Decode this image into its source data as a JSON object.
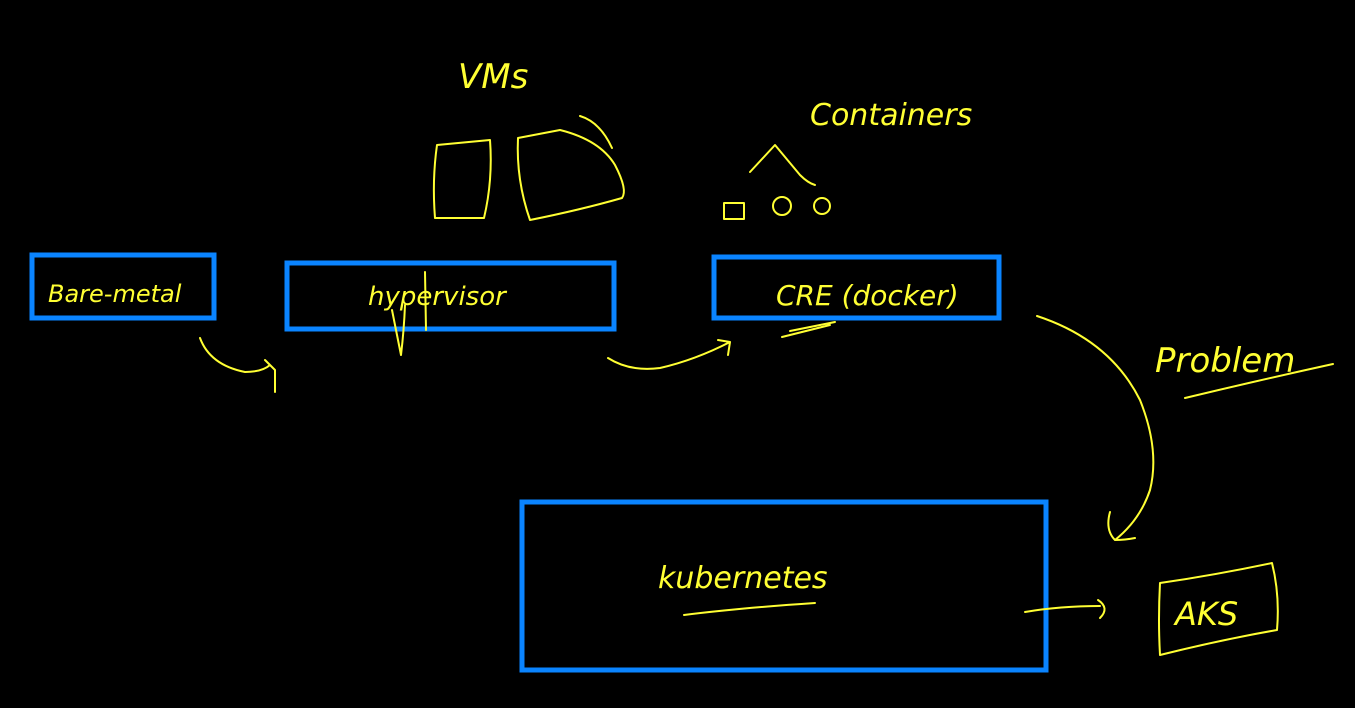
{
  "diagram": {
    "background_color": "#000000",
    "ink_color": "#ffff33",
    "box_color": "#0a84ff",
    "nodes": {
      "bare_metal": {
        "label": "Bare-metal"
      },
      "hypervisor": {
        "label": "hypervisor"
      },
      "cre": {
        "label": "CRE (docker)"
      },
      "kubernetes": {
        "label": "kubernetes"
      },
      "aks": {
        "label": "AKS"
      }
    },
    "annotations": {
      "vms": "VMs",
      "containers": "Containers",
      "problem": "Problem"
    }
  }
}
